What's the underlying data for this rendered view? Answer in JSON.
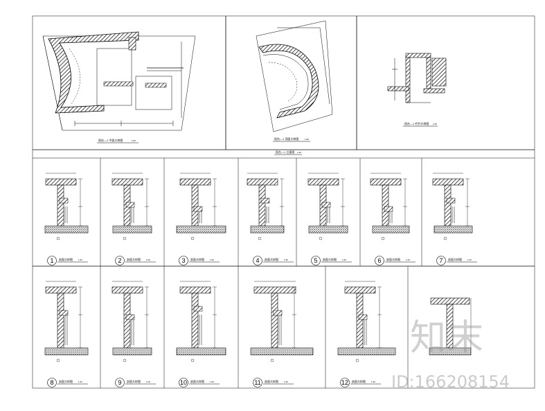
{
  "top_panels": [
    {
      "title": "阳台—1 平面大样图",
      "scale": "1:50"
    },
    {
      "title": "阳台—1 顶面大样图",
      "scale": "1:50"
    },
    {
      "title": "阳台—1 栏杆大样图",
      "scale": "1:25"
    }
  ],
  "strip_title": {
    "title": "阳台—1 立面图",
    "scale": "1:25"
  },
  "row1_sections": [
    {
      "num": "1",
      "title": "剖面大样图",
      "scale": "1:25"
    },
    {
      "num": "2",
      "title": "剖面大样图",
      "scale": "1:25"
    },
    {
      "num": "3",
      "title": "剖面大样图",
      "scale": "1:25"
    },
    {
      "num": "4",
      "title": "剖面大样图",
      "scale": "1:25"
    },
    {
      "num": "5",
      "title": "剖面大样图",
      "scale": "1:25"
    },
    {
      "num": "6",
      "title": "剖面大样图",
      "scale": "1:25"
    },
    {
      "num": "7",
      "title": "剖面大样图",
      "scale": "1:25"
    }
  ],
  "row2_sections": [
    {
      "num": "8",
      "title": "剖面大样图",
      "scale": "1:25"
    },
    {
      "num": "9",
      "title": "剖面大样图",
      "scale": "1:25"
    },
    {
      "num": "10",
      "title": "剖面大样图",
      "scale": "1:25"
    },
    {
      "num": "11",
      "title": "剖面大样图",
      "scale": "1:25"
    },
    {
      "num": "12",
      "title": "剖面大样图",
      "scale": "1:25"
    }
  ],
  "watermark": {
    "logo": "知末",
    "id": "ID:166208154"
  }
}
